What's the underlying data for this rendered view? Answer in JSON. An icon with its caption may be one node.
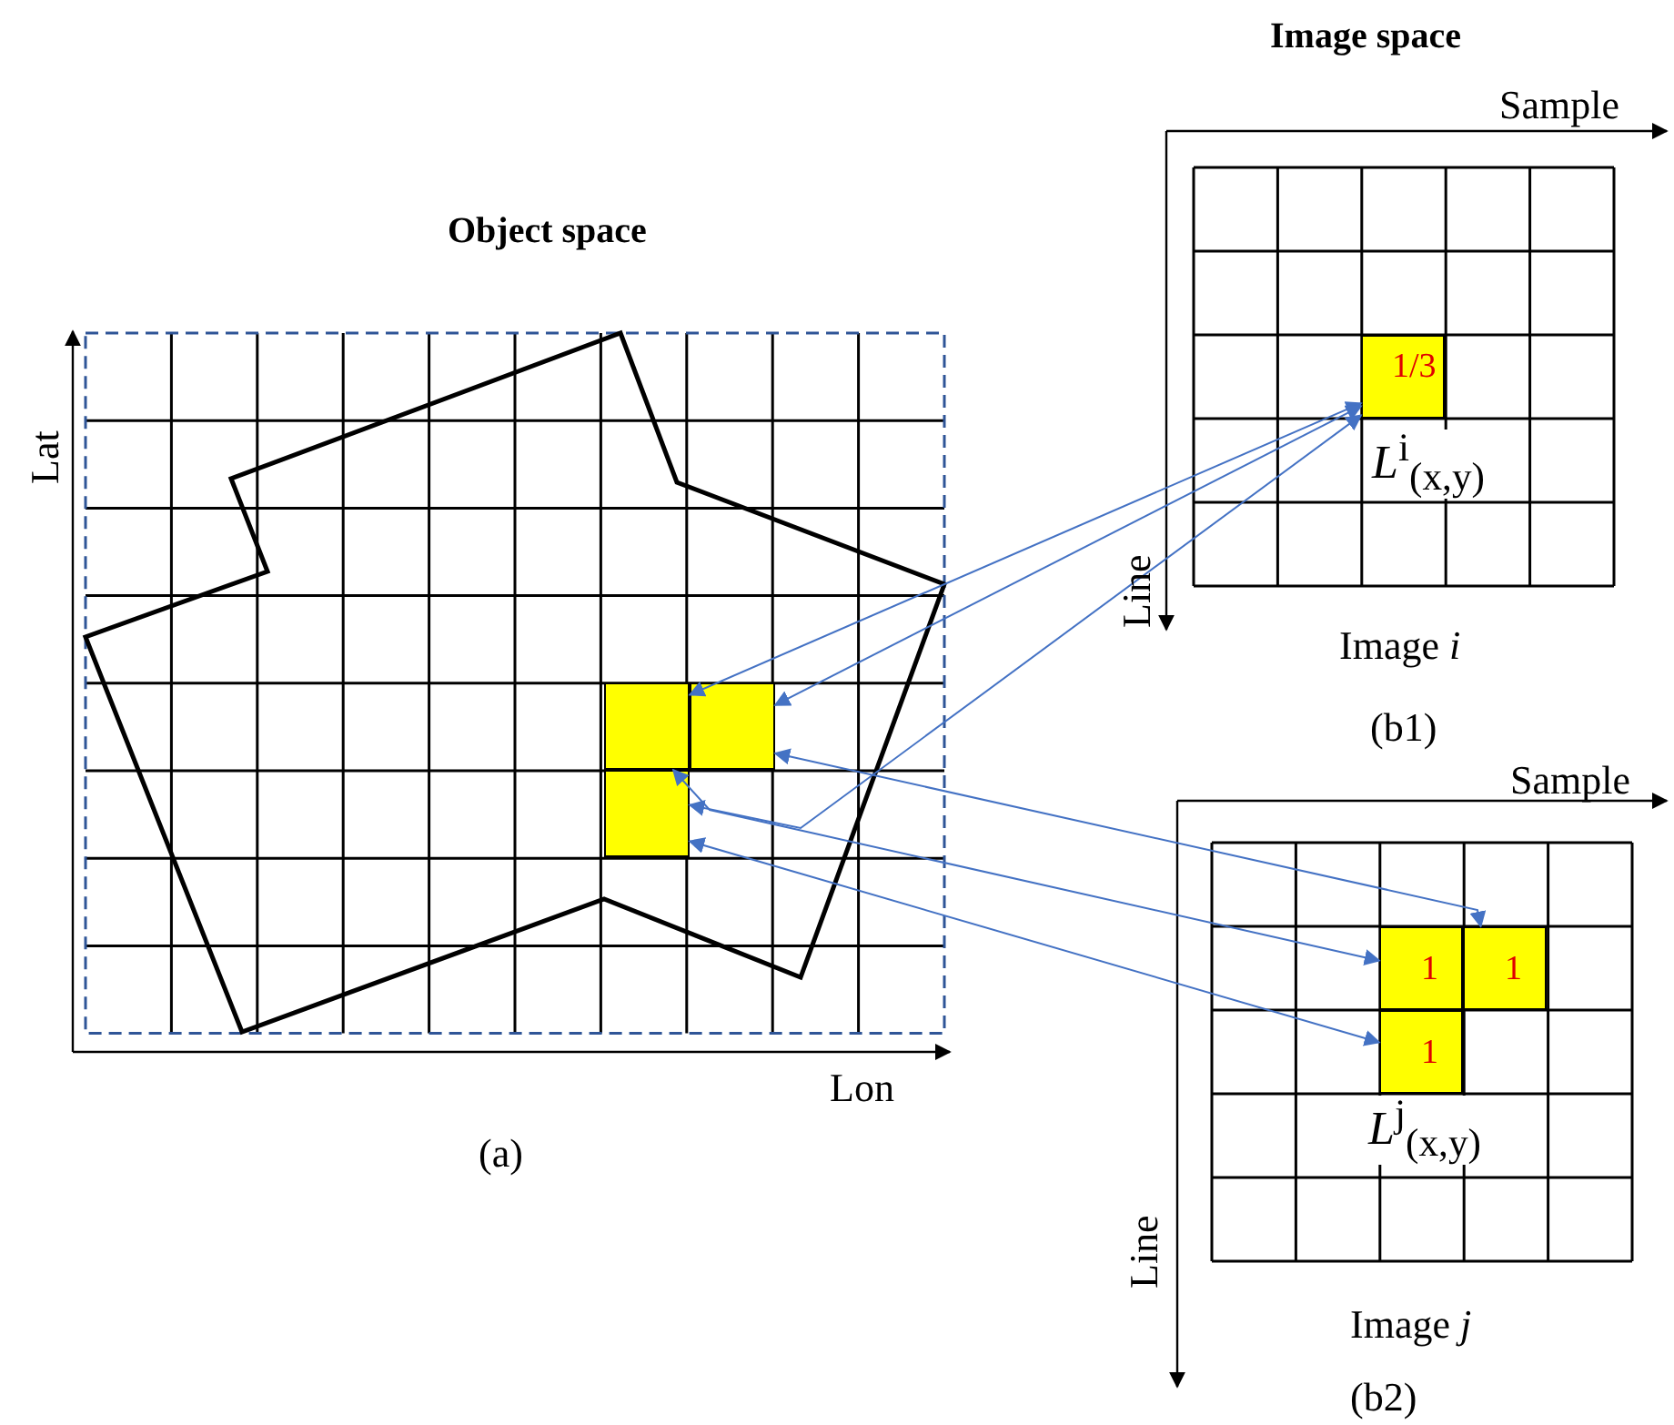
{
  "diagram": {
    "nodes": [
      {
        "text": [],
        "shape": "box"
      },
      {
        "text": [],
        "shape": "box"
      },
      {
        "text": [],
        "shape": "box"
      },
      {
        "text": [
          "1/3"
        ]
      },
      {
        "text": [
          "1"
        ]
      },
      {
        "text": [
          "1"
        ]
      },
      {
        "text": [
          "1"
        ]
      }
    ],
    "edges": [
      {
        "from": 3,
        "to": 0,
        "arrow": "both"
      },
      {
        "from": 3,
        "to": 1,
        "arrow": "both"
      },
      {
        "from": 3,
        "to": 2,
        "arrow": "both"
      },
      {
        "from": 4,
        "to": 0,
        "arrow": "both"
      },
      {
        "from": 5,
        "to": 1,
        "arrow": "both"
      },
      {
        "from": 6,
        "to": 2,
        "arrow": "both"
      }
    ],
    "labels": [
      "Image space",
      "Sample",
      "Lat",
      "Object space",
      "Line",
      "*L*$^{i}$$_{(x,y)}$",
      "Image *i*",
      "(b1)",
      "Sample",
      "Lon",
      "(a)",
      "*L*$^{j}$$_{(x,y)}$",
      "Line",
      "Image *j*",
      "(b2)"
    ]
  }
}
